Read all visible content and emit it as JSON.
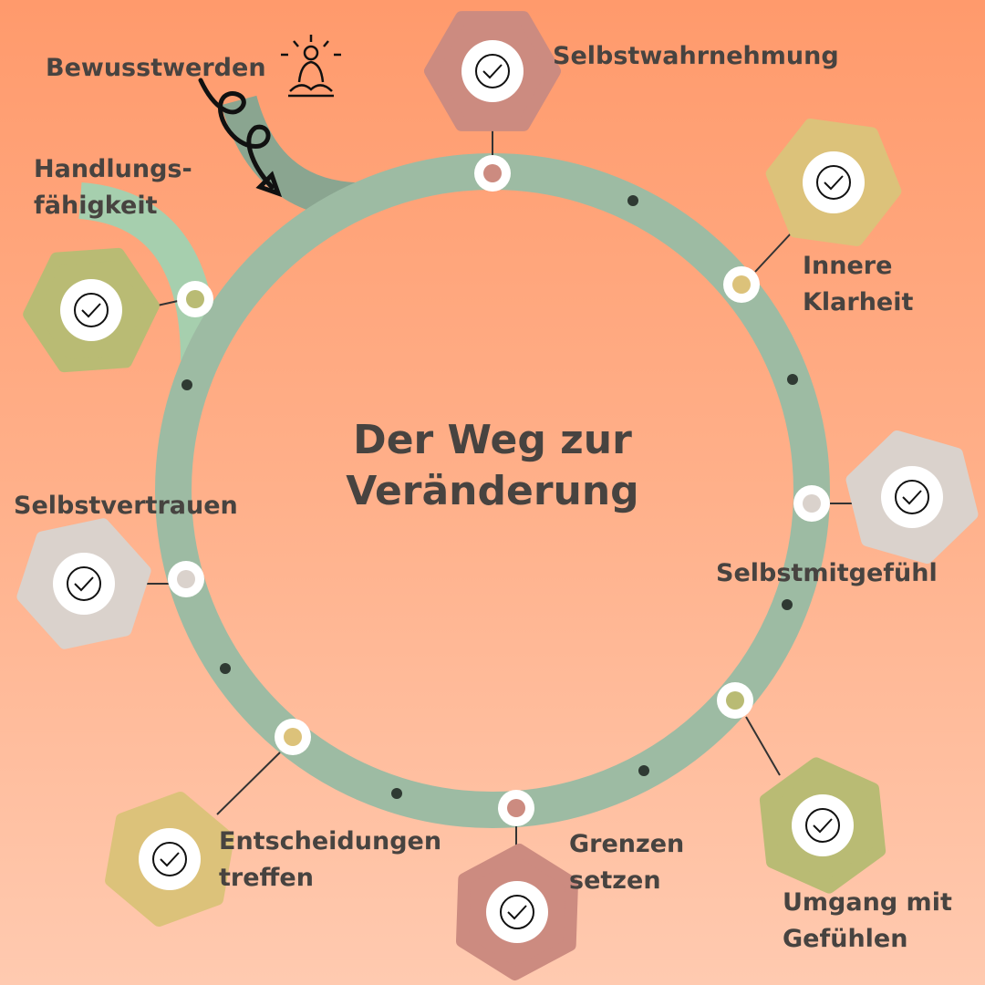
{
  "title_line1": "Der Weg zur",
  "title_line2": "Veränderung",
  "colors": {
    "rose": "#cc8b80",
    "gold": "#dcc27a",
    "gray": "#dad2cc",
    "olive": "#b9bb74",
    "ring": "#9dbba3",
    "arm_light": "#a6cfae",
    "arm_dark": "#8aa590",
    "text": "#474340"
  },
  "stages": [
    {
      "label": "Selbstwahrnehmung",
      "icon": "woman-heart-icon",
      "color": "rose"
    },
    {
      "label_line1": "Innere",
      "label_line2": "Klarheit",
      "icon": "compass-icon",
      "color": "gold"
    },
    {
      "label": "Selbstmitgefühl",
      "icon": "heart-in-hand-icon",
      "color": "gray"
    },
    {
      "label_line1": "Umgang mit",
      "label_line2": "Gefühlen",
      "icon": "scales-icon",
      "color": "olive"
    },
    {
      "label_line1": "Grenzen",
      "label_line2": "setzen",
      "icon": "shield-check-icon",
      "color": "rose"
    },
    {
      "label_line1": "Entscheidungen",
      "label_line2": "treffen",
      "icon": "signpost-icon",
      "color": "gold"
    },
    {
      "label": "Selbstvertrauen",
      "icon": "high-five-mirror-icon",
      "color": "gray"
    },
    {
      "label_line1": "Handlungs-",
      "label_line2": "fähigkeit",
      "icon": "stairs-flag-icon",
      "color": "olive"
    }
  ],
  "start": {
    "label": "Bewusstwerden",
    "icon": "meditation-icon"
  }
}
